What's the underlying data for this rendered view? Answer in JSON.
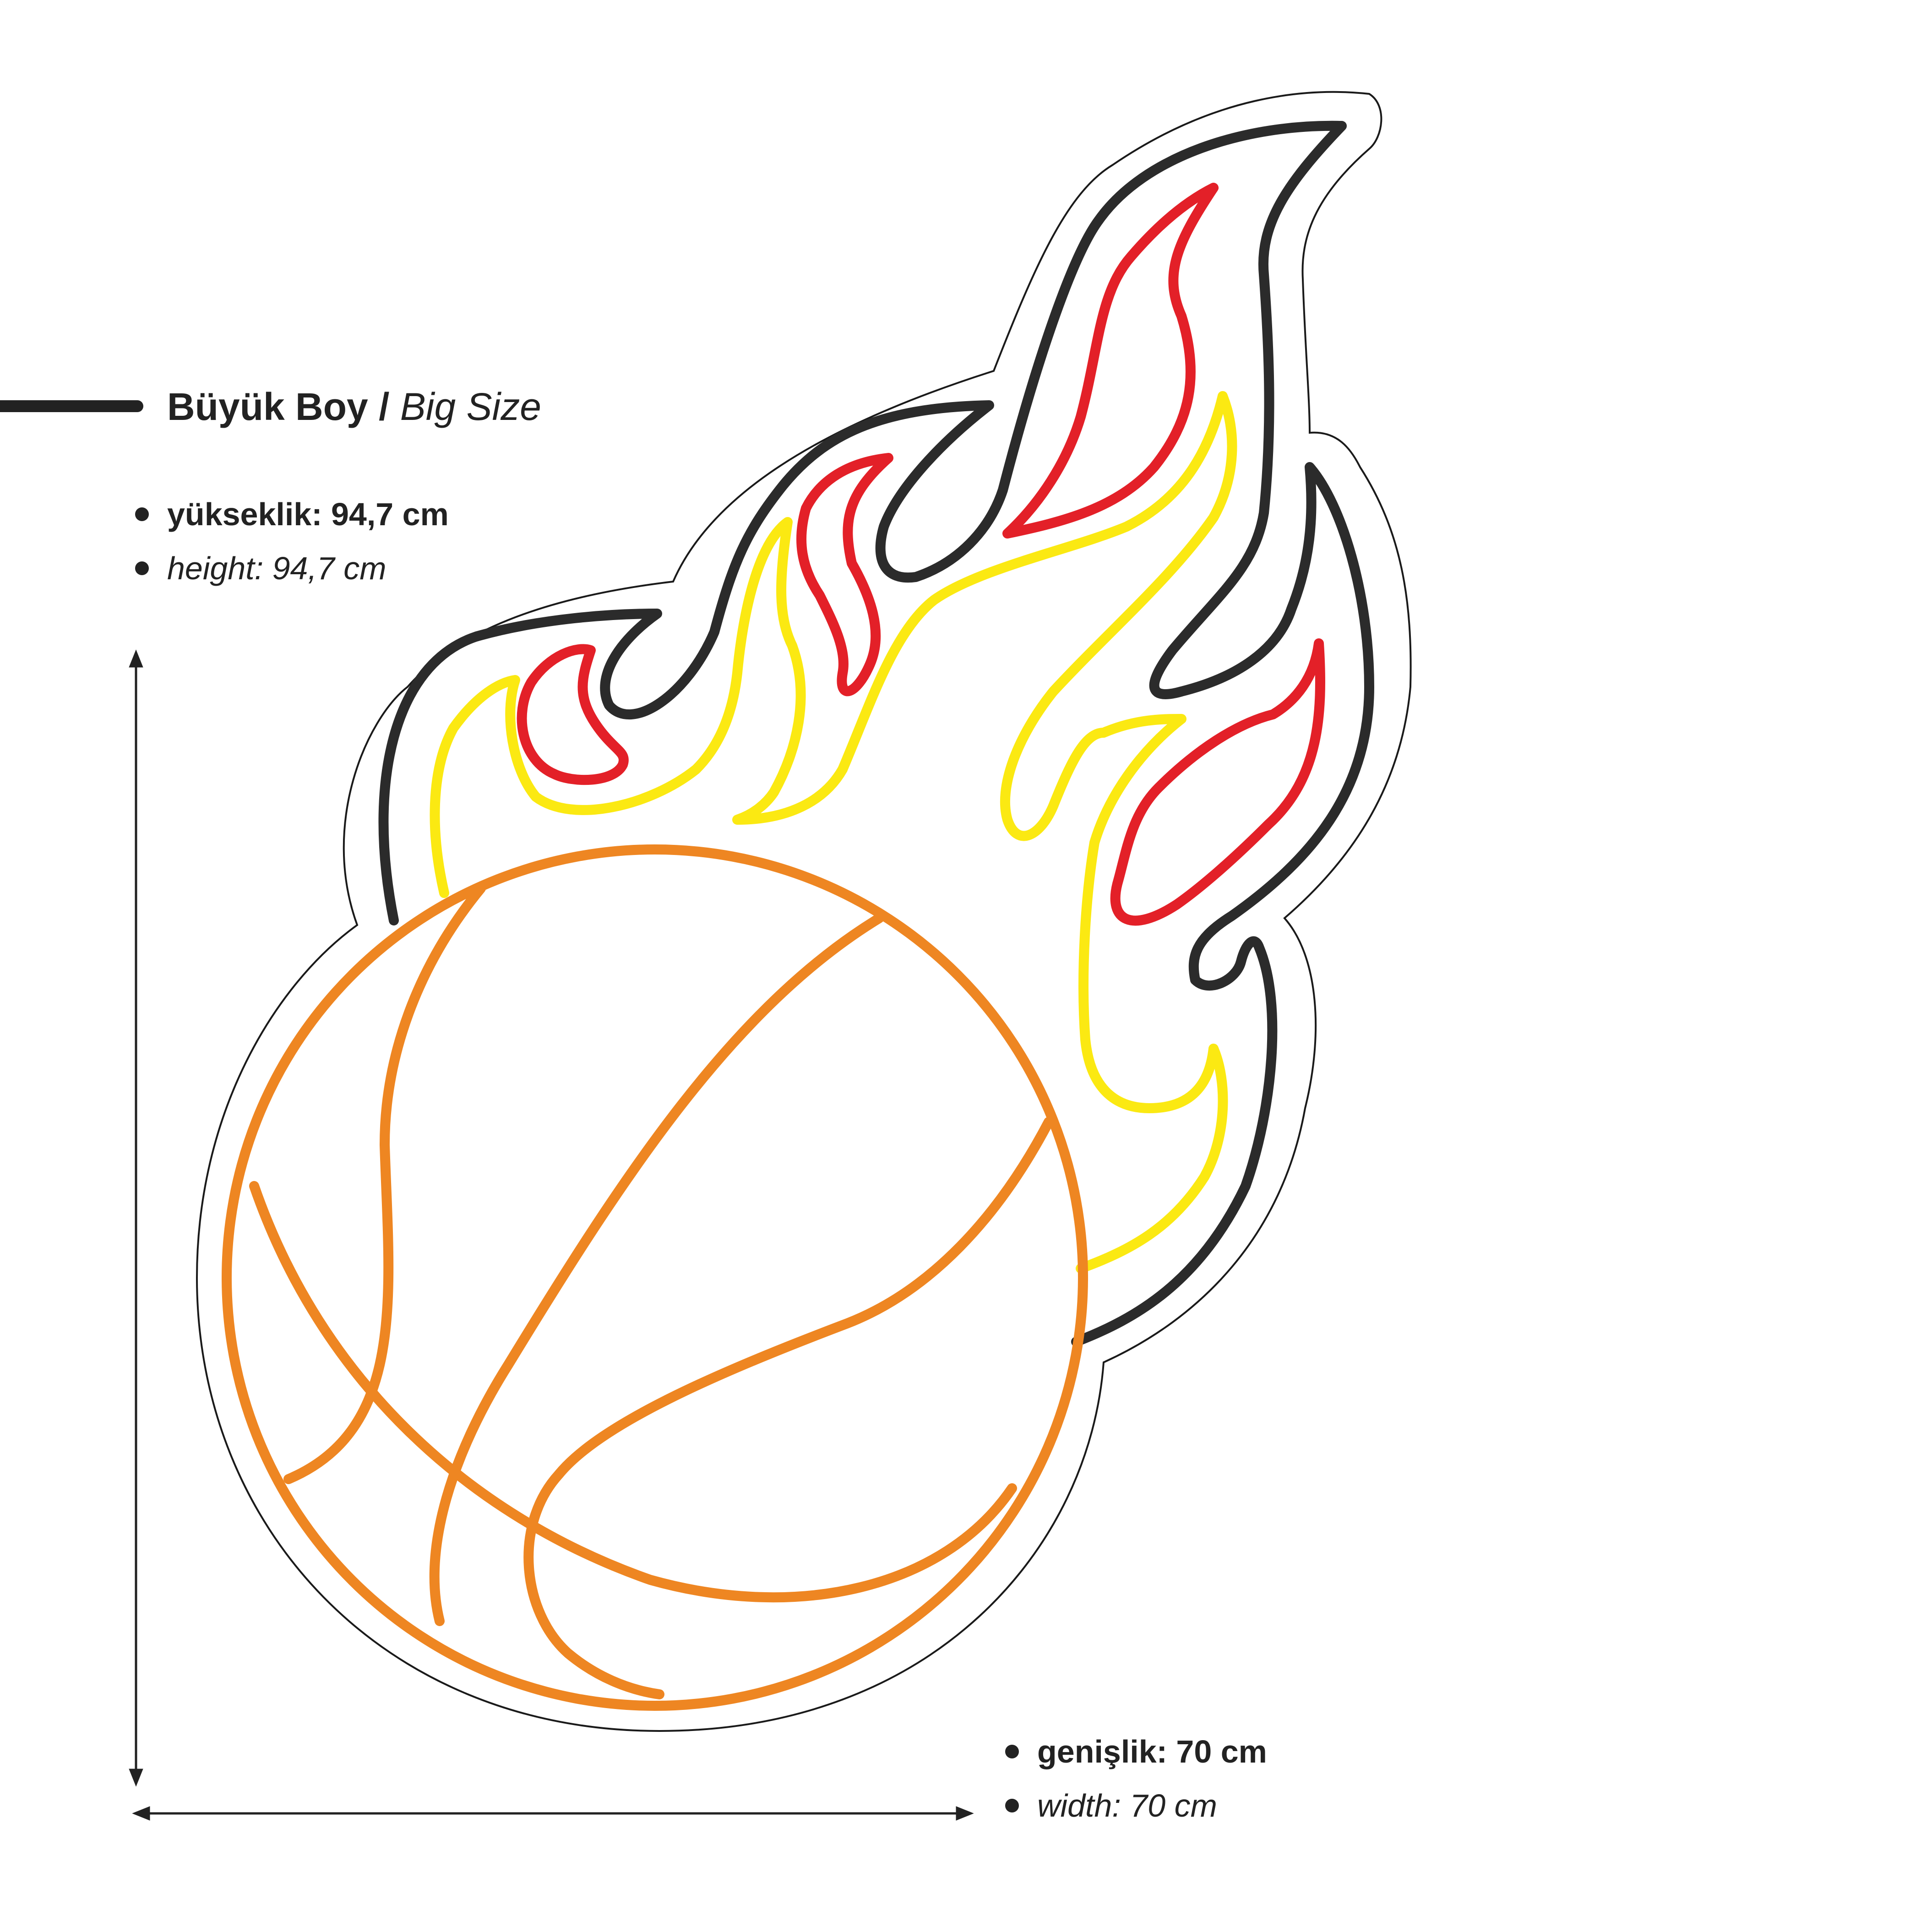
{
  "heading": {
    "tr": "Büyük Boy",
    "separator": "/",
    "en": "Big Size"
  },
  "dimensions": {
    "height_tr": "yükseklik: 94,7 cm",
    "height_en": "height: 94,7 cm",
    "width_tr": "genişlik: 70 cm",
    "width_en": "width: 70 cm"
  },
  "colors": {
    "ball": "#ee8622",
    "flame_outer": "#2b2b2b",
    "flame_red": "#e32028",
    "flame_yellow": "#fbe912",
    "backboard_outline": "#1a1a1a",
    "text": "#222222"
  }
}
